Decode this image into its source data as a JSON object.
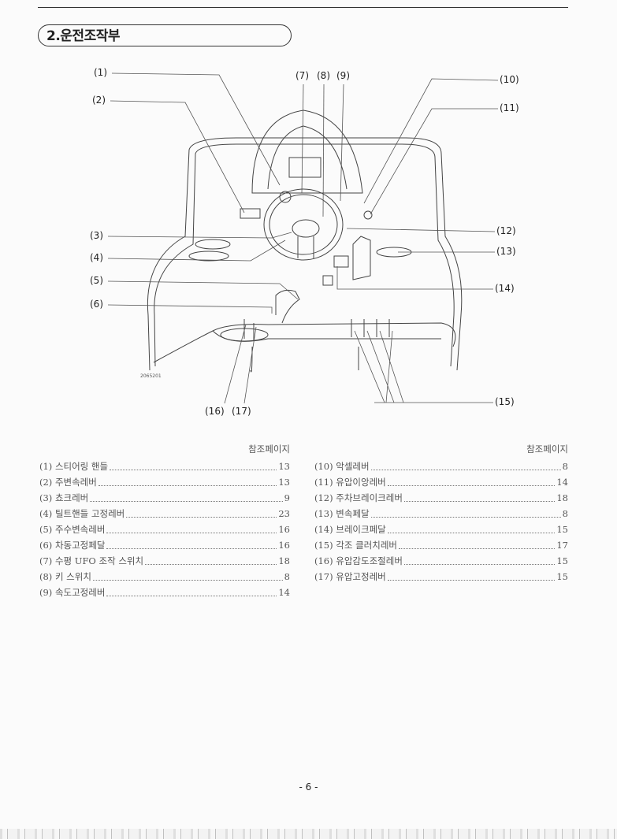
{
  "section_title": "2.운전조작부",
  "figure": {
    "code": "2065201",
    "callouts": [
      "(1)",
      "(2)",
      "(3)",
      "(4)",
      "(5)",
      "(6)",
      "(7)",
      "(8)",
      "(9)",
      "(10)",
      "(11)",
      "(12)",
      "(13)",
      "(14)",
      "(15)",
      "(16)",
      "(17)"
    ]
  },
  "reference_header": "참조페이지",
  "left_list": [
    {
      "label": "(1) 스티어링 핸들",
      "page": "13"
    },
    {
      "label": "(2) 주변속레버",
      "page": "13"
    },
    {
      "label": "(3) 쵸크레버",
      "page": "9"
    },
    {
      "label": "(4) 틸트핸들 고정레버",
      "page": "23"
    },
    {
      "label": "(5) 주수변속레버",
      "page": "16"
    },
    {
      "label": "(6) 차동고정페달",
      "page": "16"
    },
    {
      "label": "(7) 수평 UFO 조작 스위치",
      "page": "18"
    },
    {
      "label": "(8) 키 스위치",
      "page": "8"
    },
    {
      "label": "(9) 속도고정레버",
      "page": "14"
    }
  ],
  "right_list": [
    {
      "label": "(10) 악셀레버",
      "page": "8"
    },
    {
      "label": "(11) 유압이앙레버",
      "page": "14"
    },
    {
      "label": "(12) 주차브레이크레버",
      "page": "18"
    },
    {
      "label": "(13) 변속페달",
      "page": "8"
    },
    {
      "label": "(14) 브레이크페달",
      "page": "15"
    },
    {
      "label": "(15) 각조 클러치레버",
      "page": "17"
    },
    {
      "label": "(16) 유압감도조절레버",
      "page": "15"
    },
    {
      "label": "(17) 유압고정레버",
      "page": "15"
    }
  ],
  "page_number": "- 6 -"
}
